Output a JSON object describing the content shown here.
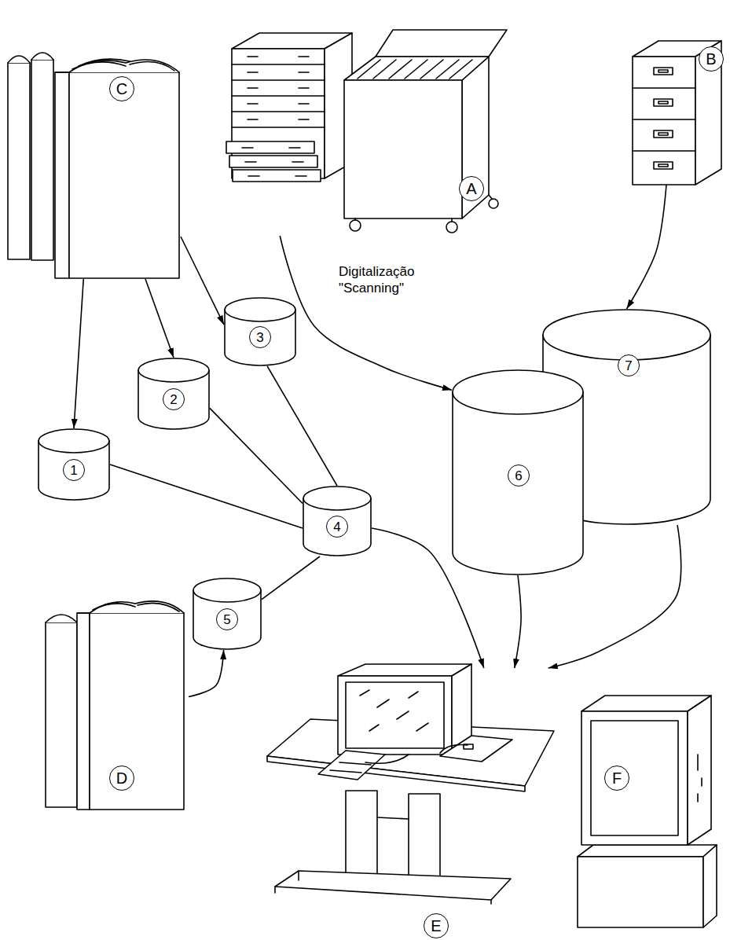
{
  "diagram": {
    "nodes": [
      {
        "text": [
          "A"
        ]
      },
      {
        "text": [
          "B"
        ]
      },
      {
        "text": [
          "C"
        ]
      },
      {
        "text": [
          "1"
        ]
      },
      {
        "text": [
          "2"
        ]
      },
      {
        "text": [
          "3"
        ]
      },
      {
        "text": [
          "4"
        ]
      },
      {
        "text": [
          "5"
        ]
      },
      {
        "text": [
          "6"
        ]
      },
      {
        "text": [
          "7"
        ]
      },
      {
        "text": [
          "D"
        ]
      },
      {
        "text": [
          "E"
        ]
      },
      {
        "text": [
          "F"
        ]
      }
    ],
    "edges": [
      {
        "from": 2,
        "to": 3,
        "arrow": "to"
      },
      {
        "from": 2,
        "to": 4,
        "arrow": "to"
      },
      {
        "from": 2,
        "to": 5,
        "arrow": "to"
      },
      {
        "from": 3,
        "to": 6,
        "arrow": "none"
      },
      {
        "from": 4,
        "to": 6,
        "arrow": "none"
      },
      {
        "from": 5,
        "to": 6,
        "arrow": "none"
      },
      {
        "from": 6,
        "to": 7,
        "arrow": "none"
      },
      {
        "from": 10,
        "to": 7,
        "arrow": "to"
      },
      {
        "from": 0,
        "to": 8,
        "label": "Digitalização \"Scanning\"",
        "arrow": "to"
      },
      {
        "from": 1,
        "to": 9,
        "arrow": "to"
      },
      {
        "from": 6,
        "to": 11,
        "arrow": "to"
      },
      {
        "from": 8,
        "to": 11,
        "arrow": "to"
      },
      {
        "from": 9,
        "to": 11,
        "arrow": "to"
      }
    ]
  }
}
